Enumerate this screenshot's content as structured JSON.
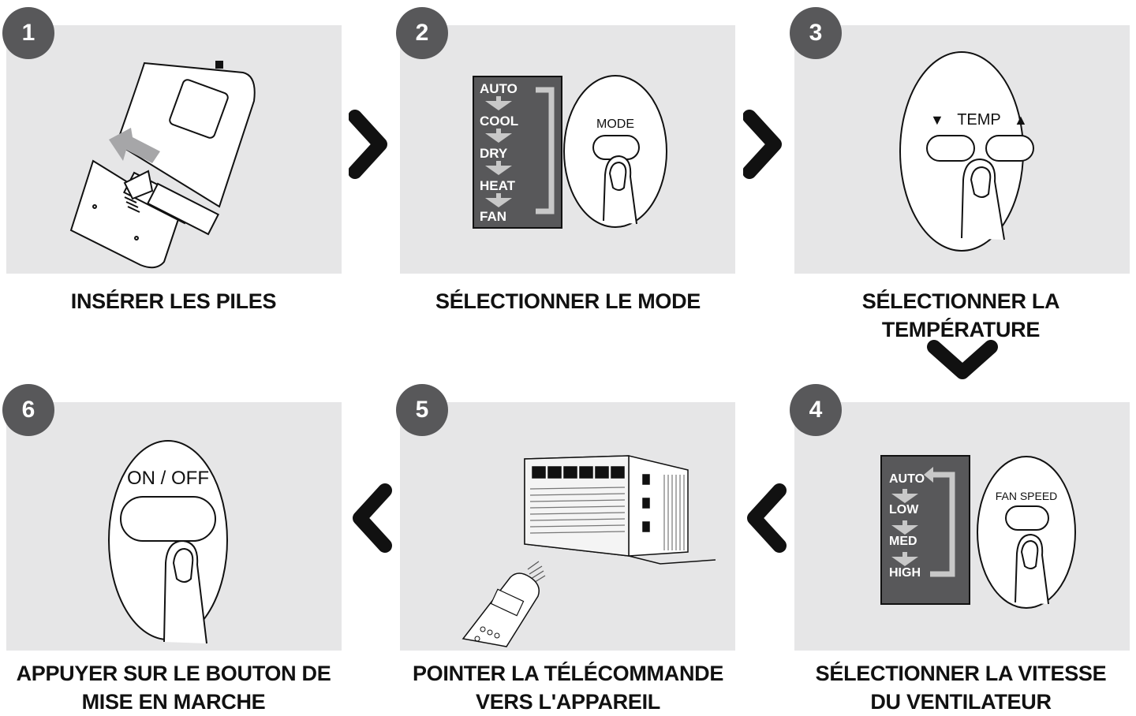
{
  "colors": {
    "panel": "#e6e6e7",
    "badge": "#58585a",
    "arrow": "#111111",
    "caption": "#111111",
    "mode_strip": "#58585a"
  },
  "steps": [
    {
      "number": "1",
      "caption_lines": [
        "INSÉRER LES PILES"
      ]
    },
    {
      "number": "2",
      "caption_lines": [
        "SÉLECTIONNER LE MODE"
      ],
      "modes": [
        "AUTO",
        "COOL",
        "DRY",
        "HEAT",
        "FAN"
      ],
      "button_label": "MODE"
    },
    {
      "number": "3",
      "caption_lines": [
        "SÉLECTIONNER LA TEMPÉRATURE"
      ],
      "button_label": "TEMP",
      "down_symbol": "▼",
      "up_symbol": "▲"
    },
    {
      "number": "4",
      "caption_lines": [
        "SÉLECTIONNER LA VITESSE",
        "DU VENTILATEUR"
      ],
      "speeds": [
        "AUTO",
        "LOW",
        "MED",
        "HIGH"
      ],
      "button_label": "FAN SPEED"
    },
    {
      "number": "5",
      "caption_lines": [
        "POINTER LA TÉLÉCOMMANDE",
        "VERS L'APPAREIL"
      ]
    },
    {
      "number": "6",
      "caption_lines": [
        "APPUYER SUR LE BOUTON DE",
        "MISE EN MARCHE"
      ],
      "button_label": "ON / OFF"
    }
  ],
  "icons": {
    "flow_arrow_right": "chevron-right-icon",
    "flow_arrow_down": "chevron-down-icon",
    "flow_arrow_left": "chevron-left-icon"
  }
}
